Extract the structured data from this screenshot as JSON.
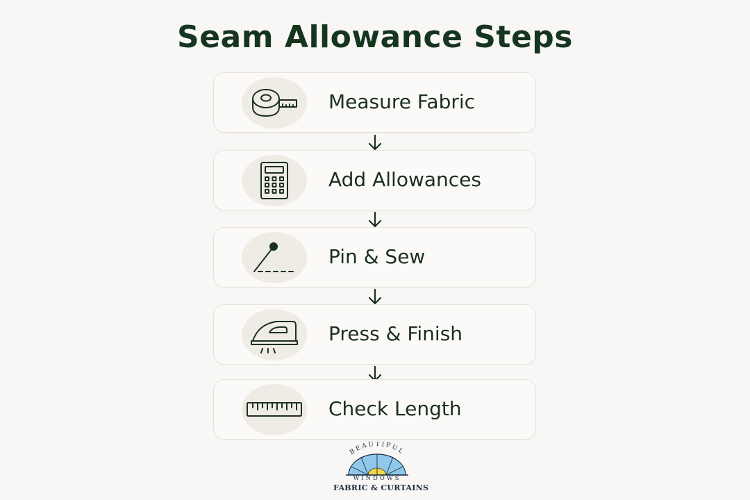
{
  "title": "Seam Allowance Steps",
  "steps": [
    {
      "label": "Measure Fabric",
      "icon": "measuring-tape-icon"
    },
    {
      "label": "Add Allowances",
      "icon": "calculator-icon"
    },
    {
      "label": "Pin & Sew",
      "icon": "sewing-pin-icon"
    },
    {
      "label": "Press & Finish",
      "icon": "iron-icon"
    },
    {
      "label": "Check Length",
      "icon": "ruler-icon"
    }
  ],
  "logo": {
    "arc_text": "BEAUTIFUL",
    "line2": "WINDOWS",
    "brand": "FABRIC & CURTAINS",
    "colors": {
      "sky": "#8fc8ea",
      "sun": "#f2d648",
      "navy": "#1d2a40"
    }
  },
  "colors": {
    "title": "#16351f",
    "text": "#1b2f1f",
    "background": "#f8f7f5",
    "card_border": "#e6e3de",
    "icon_bg": "#efece6"
  }
}
